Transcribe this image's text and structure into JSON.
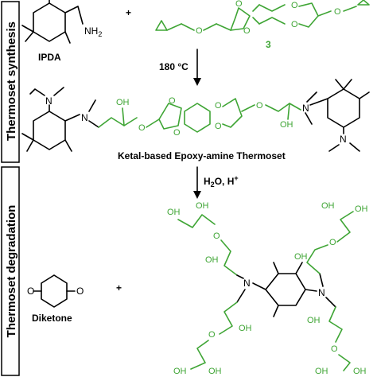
{
  "sections": {
    "synthesis_label": "Thermoset synthesis",
    "degradation_label": "Thermoset degradation"
  },
  "reagents": {
    "ipda_amine": "NH",
    "ipda_amine_sub": "2",
    "ipda_label": "IPDA",
    "plus_1": "+",
    "epoxy_label": "3",
    "plus_2": "+"
  },
  "step1": {
    "condition": "180 °C"
  },
  "thermoset": {
    "label": "Ketal-based Epoxy-amine Thermoset"
  },
  "step2": {
    "condition": "H",
    "condition_sub": "2",
    "condition_rest": "O, H",
    "condition_sup": "+"
  },
  "products": {
    "diketone_label": "Diketone"
  },
  "atoms": {
    "nitrogen": "N",
    "oxygen": "O",
    "hydroxyl": "OH"
  },
  "colors": {
    "black": "#000000",
    "green": "#3fa535"
  }
}
